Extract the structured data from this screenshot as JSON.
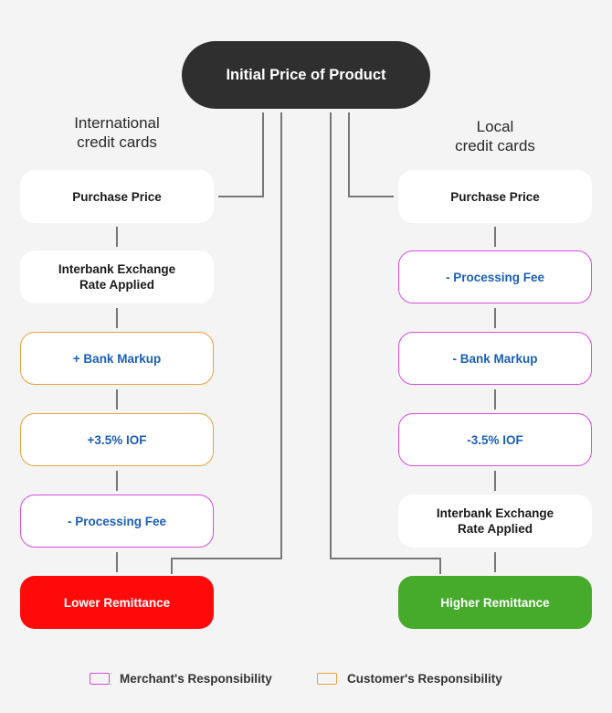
{
  "root": {
    "label": "Initial Price of Product"
  },
  "left": {
    "heading_line1": "International",
    "heading_line2": "credit cards",
    "purchase_price": "Purchase Price",
    "exchange_line1": "Interbank Exchange",
    "exchange_line2": "Rate Applied",
    "bank_markup": "+ Bank Markup",
    "iof": "+3.5% IOF",
    "processing_fee": "- Processing Fee",
    "result": "Lower Remittance"
  },
  "right": {
    "heading_line1": "Local",
    "heading_line2": "credit cards",
    "purchase_price": "Purchase Price",
    "processing_fee": "- Processing Fee",
    "bank_markup": "- Bank Markup",
    "iof": "-3.5% IOF",
    "exchange_line1": "Interbank Exchange",
    "exchange_line2": "Rate Applied",
    "result": "Higher Remittance"
  },
  "legend": {
    "merchant": "Merchant's Responsibility",
    "customer": "Customer's Responsibility"
  },
  "colors": {
    "merchant_border": "#d94ce0",
    "customer_border": "#e9a33a",
    "lower_remittance": "#ff0a0a",
    "higher_remittance": "#46aa2a",
    "root": "#2f2f2f"
  }
}
